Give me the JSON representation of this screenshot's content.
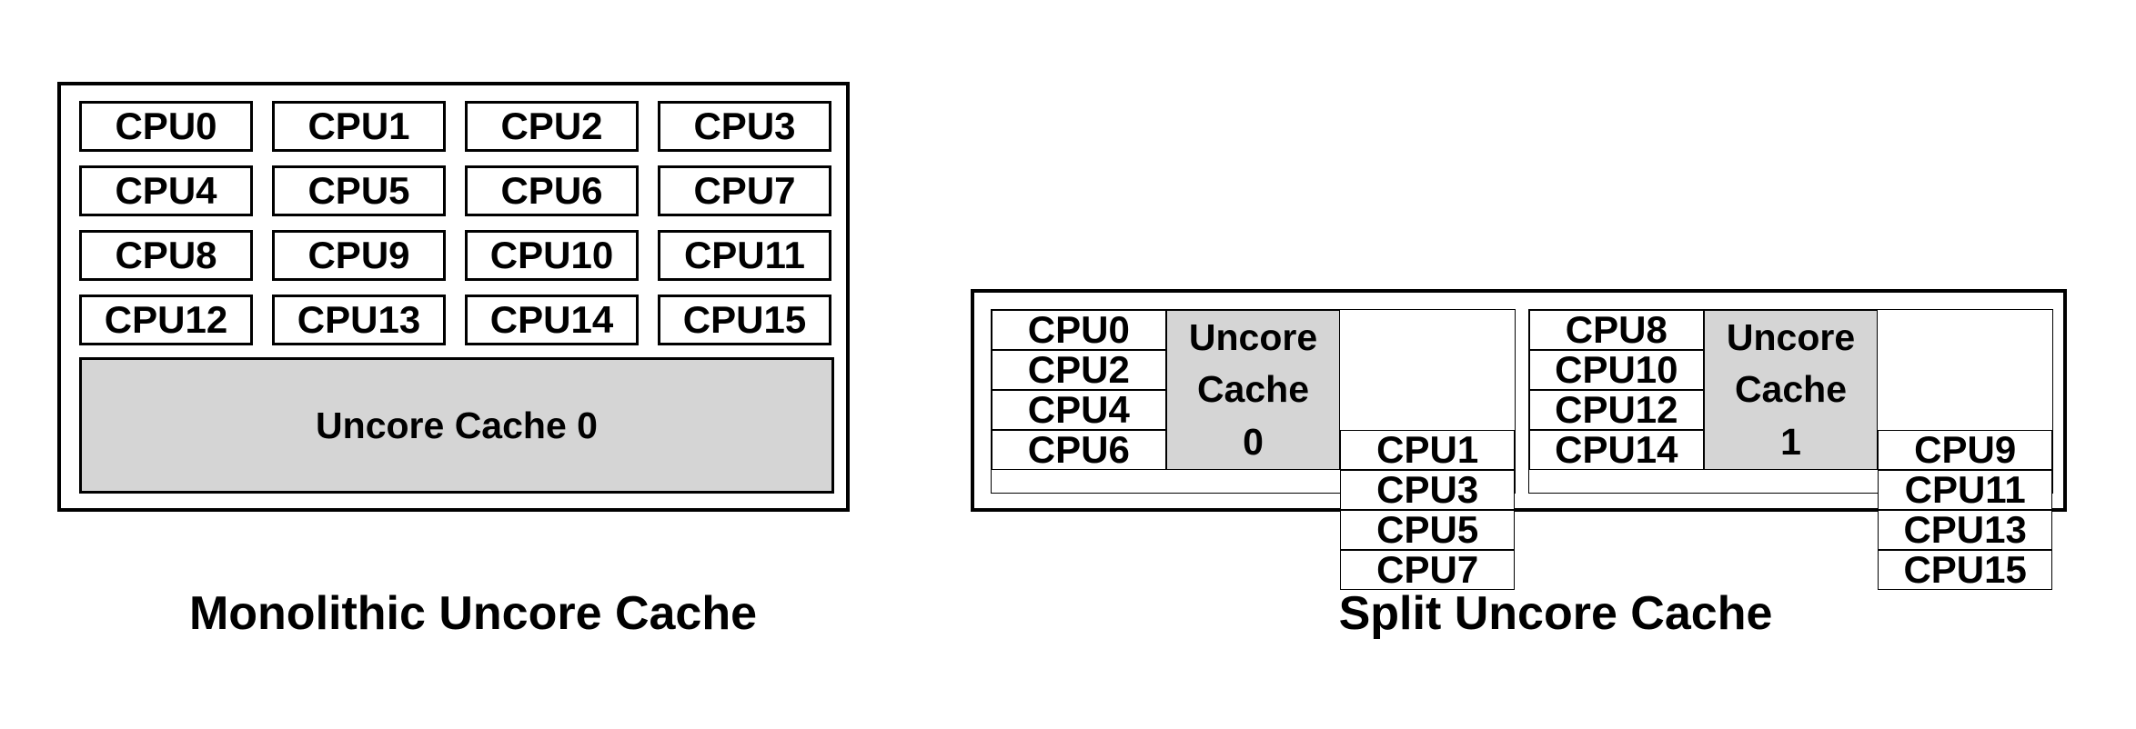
{
  "monolithic": {
    "caption": "Monolithic Uncore Cache",
    "cpus": [
      "CPU0",
      "CPU1",
      "CPU2",
      "CPU3",
      "CPU4",
      "CPU5",
      "CPU6",
      "CPU7",
      "CPU8",
      "CPU9",
      "CPU10",
      "CPU11",
      "CPU12",
      "CPU13",
      "CPU14",
      "CPU15"
    ],
    "uncore": "Uncore Cache 0"
  },
  "split": {
    "caption": "Split Uncore Cache",
    "clusters": [
      {
        "left_cpus": [
          "CPU0",
          "CPU2",
          "CPU4",
          "CPU6"
        ],
        "uncore_lines": [
          "Uncore",
          "Cache",
          "0"
        ],
        "right_cpus": [
          "CPU1",
          "CPU3",
          "CPU5",
          "CPU7"
        ]
      },
      {
        "left_cpus": [
          "CPU8",
          "CPU10",
          "CPU12",
          "CPU14"
        ],
        "uncore_lines": [
          "Uncore",
          "Cache",
          "1"
        ],
        "right_cpus": [
          "CPU9",
          "CPU11",
          "CPU13",
          "CPU15"
        ]
      }
    ]
  },
  "colors": {
    "border": "#000000",
    "uncore_fill": "#d5d5d5",
    "text": "#000000",
    "background": "#ffffff"
  }
}
